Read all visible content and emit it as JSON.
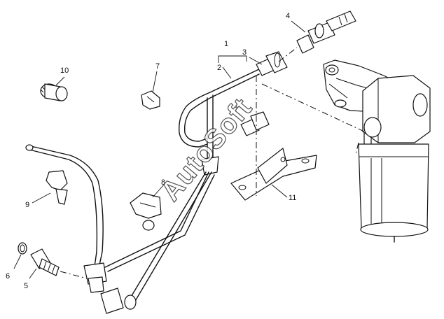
{
  "callouts": [
    {
      "id": "1",
      "label": "1"
    },
    {
      "id": "2",
      "label": "2"
    },
    {
      "id": "3",
      "label": "3"
    },
    {
      "id": "4",
      "label": "4"
    },
    {
      "id": "5",
      "label": "5"
    },
    {
      "id": "6",
      "label": "6"
    },
    {
      "id": "7",
      "label": "7"
    },
    {
      "id": "8",
      "label": "8"
    },
    {
      "id": "9",
      "label": "9"
    },
    {
      "id": "10",
      "label": "10"
    },
    {
      "id": "11",
      "label": "11"
    }
  ],
  "watermark": {
    "text": "AutoSoft"
  }
}
